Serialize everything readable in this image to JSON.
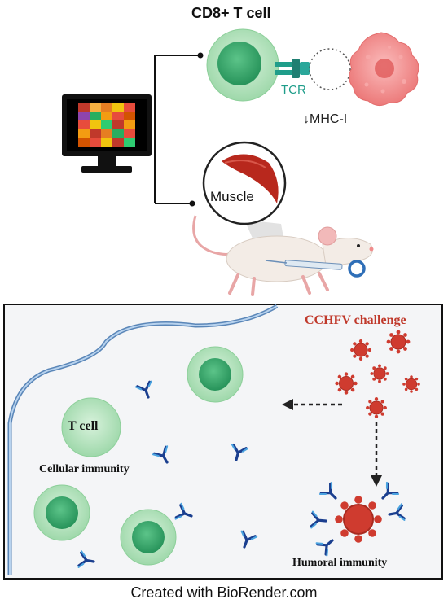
{
  "labels": {
    "title": "CD8+ T cell",
    "tcr": "TCR",
    "mhc": "↓MHC-I",
    "muscle": "Muscle",
    "challenge": "CCHFV challenge",
    "tcell": "T cell",
    "cellular": "Cellular immunity",
    "humoral": "Humoral immunity",
    "credit": "Created with BioRender.com"
  },
  "colors": {
    "tcell_outer": "#bfe8c6",
    "tcell_inner": "#3fae73",
    "tcr": "#1f9d8a",
    "target_cell": "#f08c8c",
    "virus": "#cf3b2f",
    "antibody_dark": "#1b3f8f",
    "antibody_light": "#4aa3e0",
    "membrane": "#8fb6dc",
    "panel_bg": "#f4f5f7"
  },
  "heatmap": [
    [
      "#c0392b",
      "#f5b041",
      "#e67e22",
      "#f1c40f",
      "#e74c3c"
    ],
    [
      "#8e44ad",
      "#27ae60",
      "#f39c12",
      "#e74c3c",
      "#d35400"
    ],
    [
      "#e74c3c",
      "#f1c40f",
      "#2ecc71",
      "#c0392b",
      "#f39c12"
    ],
    [
      "#f39c12",
      "#c0392b",
      "#e67e22",
      "#27ae60",
      "#e74c3c"
    ],
    [
      "#d35400",
      "#e74c3c",
      "#f1c40f",
      "#c0392b",
      "#2ecc71"
    ]
  ]
}
